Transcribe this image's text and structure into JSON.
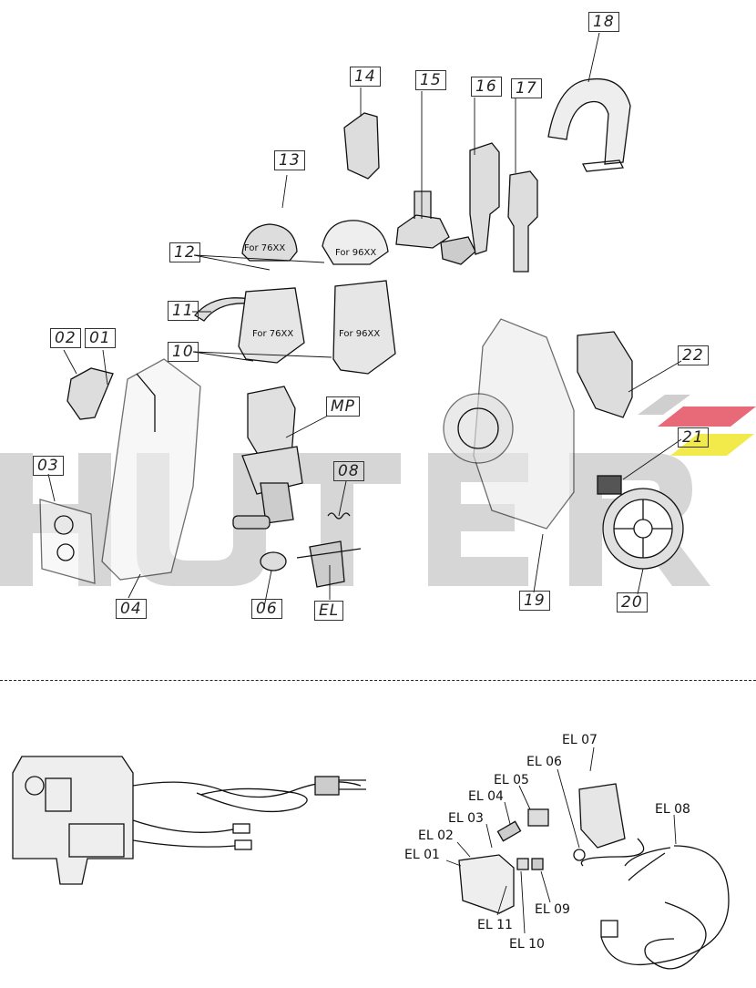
{
  "watermark": {
    "text": "HUTER",
    "accent_colors": [
      "#e86a78",
      "#f2ea4a"
    ]
  },
  "callouts": {
    "p01": "01",
    "p02": "02",
    "p03": "03",
    "p04": "04",
    "p06": "06",
    "p08": "08",
    "p10": "10",
    "p11": "11",
    "p12": "12",
    "p13": "13",
    "p14": "14",
    "p15": "15",
    "p16": "16",
    "p17": "17",
    "p18": "18",
    "p19": "19",
    "p20": "20",
    "p21": "21",
    "p22": "22",
    "mp": "MP",
    "el": "EL"
  },
  "model_labels": {
    "cap76": "For 76XX",
    "cap96": "For 96XX",
    "pump76": "For 76XX",
    "pump96": "For 96XX"
  },
  "electrical_labels": {
    "el01": "EL 01",
    "el02": "EL 02",
    "el03": "EL 03",
    "el04": "EL 04",
    "el05": "EL 05",
    "el06": "EL 06",
    "el07": "EL 07",
    "el08": "EL 08",
    "el09": "EL 09",
    "el10": "EL 10",
    "el11": "EL 11"
  }
}
